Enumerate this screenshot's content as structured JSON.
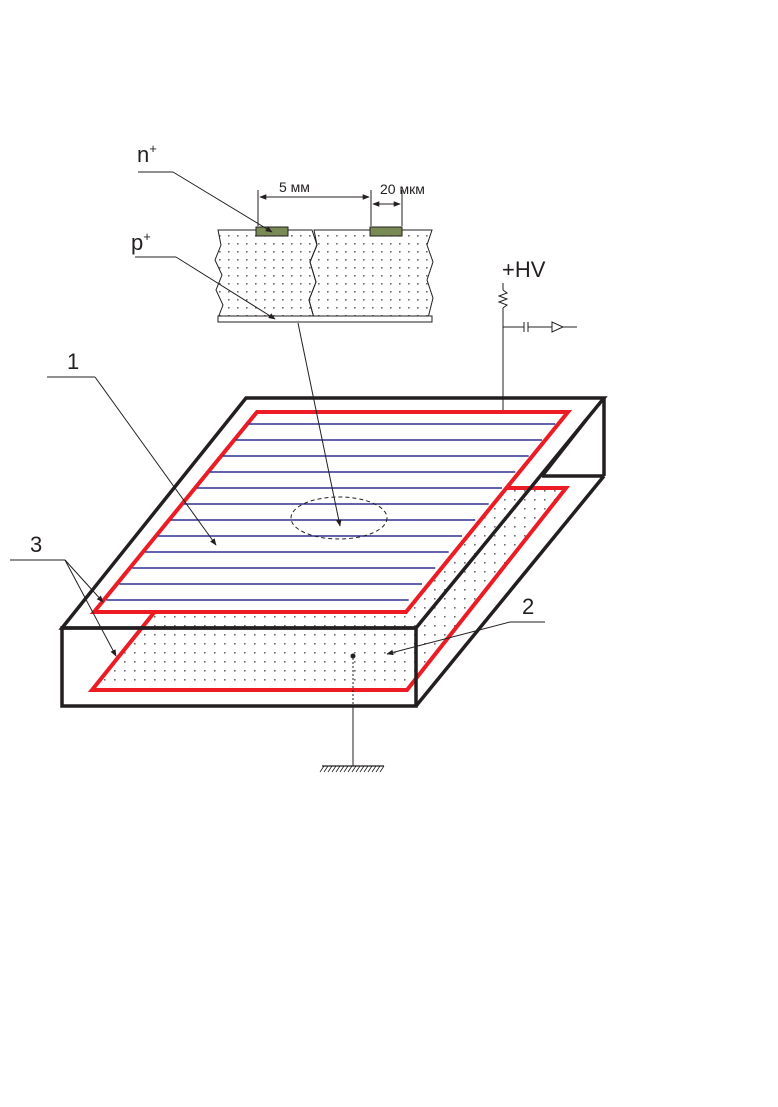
{
  "labels": {
    "n_plus": "n",
    "p_plus": "p",
    "plus": "+",
    "dim_pitch": "5 мм",
    "dim_width": "20 мкм",
    "high_voltage": "+HV",
    "callout_1": "1",
    "callout_2": "2",
    "callout_3": "3"
  },
  "colors": {
    "frame": "#231f20",
    "guard_ring": "#ed1c24",
    "strip": "#2e3192",
    "strip_implant": "#7a8a55",
    "dot": "#6d6e71"
  },
  "counts": {
    "strips": 12
  }
}
